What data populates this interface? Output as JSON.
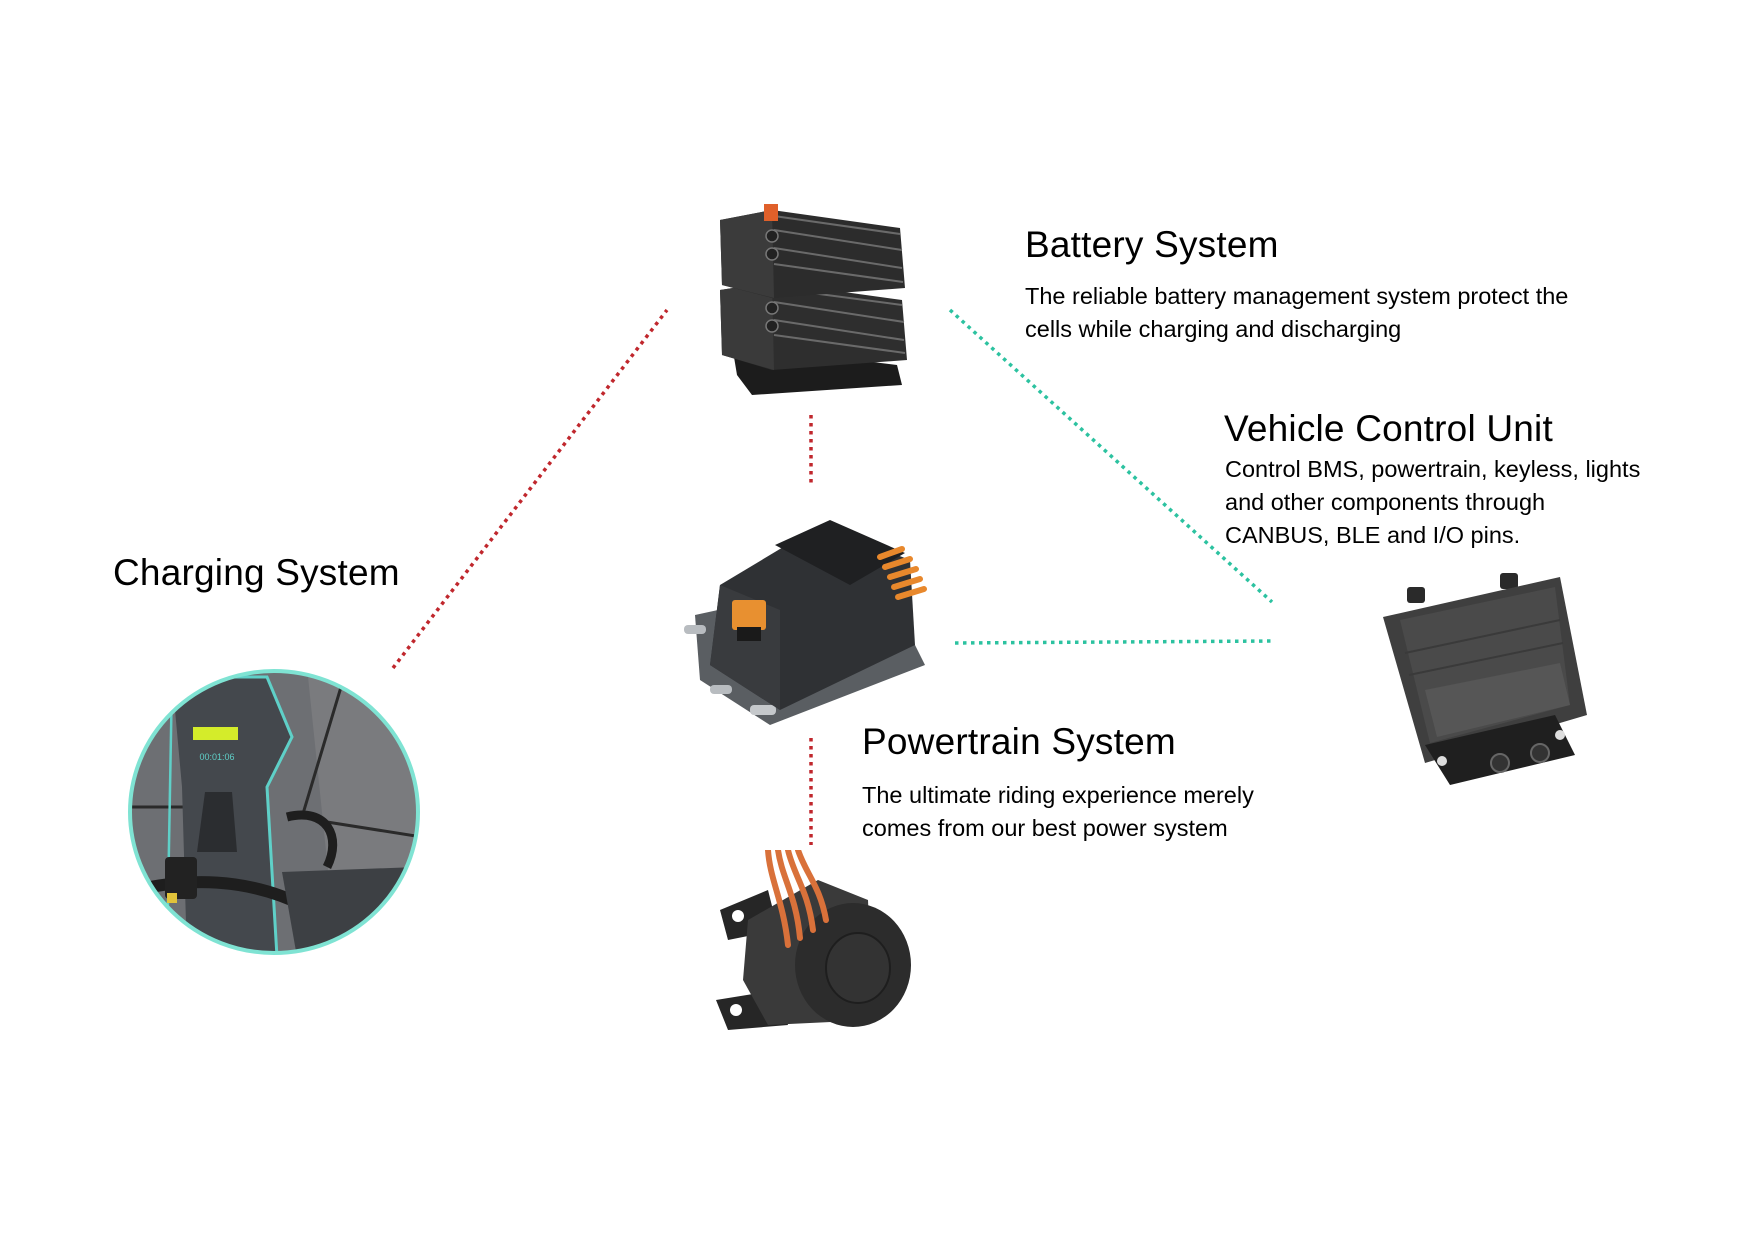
{
  "colors": {
    "red_link": "#C0272D",
    "teal_link": "#2CC2A0",
    "charger_ring": "#7FE3D3"
  },
  "nodes": {
    "battery": {
      "title": "Battery System",
      "desc_lines": [
        "The reliable battery management system protect the",
        "cells while charging and discharging"
      ],
      "icon": "battery-pack-icon"
    },
    "vcu": {
      "title": "Vehicle Control Unit",
      "desc_lines": [
        "Control BMS, powertrain, keyless, lights",
        "and other components through",
        "CANBUS, BLE and I/O pins."
      ],
      "icon": "vehicle-control-unit-icon"
    },
    "powertrain": {
      "title": "Powertrain System",
      "desc_lines": [
        "The ultimate riding experience merely",
        "comes from our best power system"
      ],
      "icon": "motor-icon"
    },
    "charging": {
      "title": "Charging System",
      "icon": "charging-station-icon"
    },
    "controller": {
      "icon": "motor-controller-icon"
    }
  },
  "links": [
    {
      "from": "charging",
      "to": "battery",
      "style": "red-dotted"
    },
    {
      "from": "battery",
      "to": "controller",
      "style": "red-dotted"
    },
    {
      "from": "controller",
      "to": "powertrain",
      "style": "red-dotted"
    },
    {
      "from": "battery",
      "to": "vcu",
      "style": "teal-dotted"
    },
    {
      "from": "controller",
      "to": "vcu",
      "style": "teal-dotted"
    }
  ]
}
